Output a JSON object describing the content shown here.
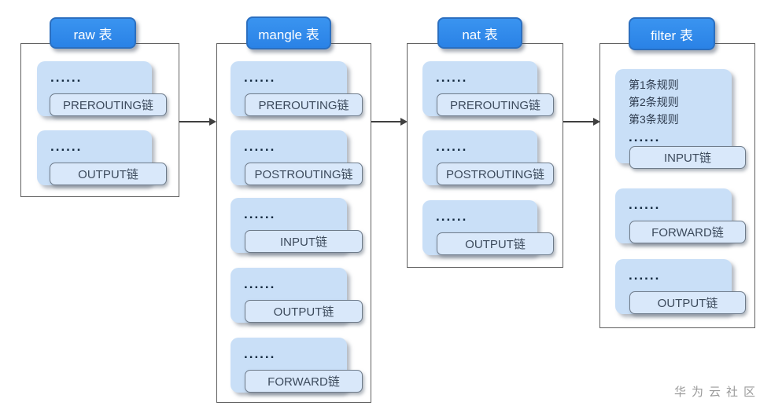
{
  "diagram": {
    "watermark": "华为云社区"
  },
  "colors": {
    "header_blue": "#2b85e8",
    "card_blue": "#c9dff7",
    "tab_blue": "#d9e8fa",
    "arrow_gray": "#404040"
  },
  "tables": [
    {
      "id": "raw",
      "title": "raw 表",
      "chains": [
        {
          "rules": [
            "......"
          ],
          "label": "PREROUTING链"
        },
        {
          "rules": [
            "......"
          ],
          "label": "OUTPUT链"
        }
      ]
    },
    {
      "id": "mangle",
      "title": "mangle 表",
      "chains": [
        {
          "rules": [
            "......"
          ],
          "label": "PREROUTING链"
        },
        {
          "rules": [
            "......"
          ],
          "label": "POSTROUTING链"
        },
        {
          "rules": [
            "......"
          ],
          "label": "INPUT链"
        },
        {
          "rules": [
            "......"
          ],
          "label": "OUTPUT链"
        },
        {
          "rules": [
            "......"
          ],
          "label": "FORWARD链"
        }
      ]
    },
    {
      "id": "nat",
      "title": "nat 表",
      "chains": [
        {
          "rules": [
            "......"
          ],
          "label": "PREROUTING链"
        },
        {
          "rules": [
            "......"
          ],
          "label": "POSTROUTING链"
        },
        {
          "rules": [
            "......"
          ],
          "label": "OUTPUT链"
        }
      ]
    },
    {
      "id": "filter",
      "title": "filter 表",
      "chains": [
        {
          "rules": [
            "第1条规则",
            "第2条规则",
            "第3条规则",
            "......"
          ],
          "label": "INPUT链"
        },
        {
          "rules": [
            "......"
          ],
          "label": "FORWARD链"
        },
        {
          "rules": [
            "......"
          ],
          "label": "OUTPUT链"
        }
      ]
    }
  ]
}
